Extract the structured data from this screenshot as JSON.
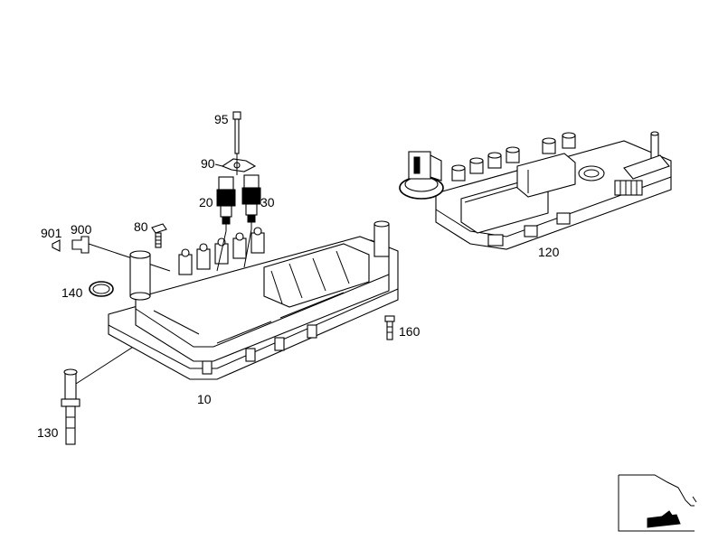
{
  "diagram": {
    "labels": {
      "p10": "10",
      "p20": "20",
      "p30": "30",
      "p80": "80",
      "p90": "90",
      "p95": "95",
      "p120": "120",
      "p130": "130",
      "p140": "140",
      "p160": "160",
      "p900": "900",
      "p901": "901"
    }
  }
}
